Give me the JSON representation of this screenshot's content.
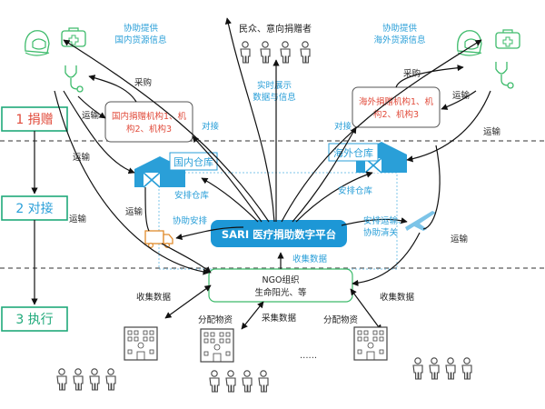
{
  "top_public": {
    "label": "民众、意向捐赠者"
  },
  "top_left_info": {
    "line1": "协助提供",
    "line2": "国内货源信息"
  },
  "top_right_info": {
    "line1": "协助提供",
    "line2": "海外货源信息"
  },
  "realtime": {
    "line1": "实时展示",
    "line2": "数据与信息"
  },
  "stages": [
    {
      "label": "1 捐赠"
    },
    {
      "label": "2 对接"
    },
    {
      "label": "3 执行"
    }
  ],
  "domestic_donors": {
    "line1": "国内捐赠机构1、机",
    "line2": "构2、机构3"
  },
  "overseas_donors": {
    "line1": "海外捐赠机构1、机",
    "line2": "构2、机构3"
  },
  "domestic_warehouse": {
    "label": "国内仓库"
  },
  "overseas_warehouse": {
    "label": "海外仓库"
  },
  "platform": {
    "label": "SARI 医疗捐助数字平台"
  },
  "ngo": {
    "line1": "NGO组织",
    "line2": "生命阳光、等"
  },
  "edge_labels": {
    "purchase_left": "采购",
    "purchase_right": "采购",
    "transport_l1": "运输",
    "transport_l2": "运输",
    "transport_l3": "运输",
    "transport_l4": "运输",
    "transport_r1": "运输",
    "transport_r2": "运输",
    "transport_r3": "运输",
    "match_left": "对接",
    "match_right": "对接",
    "arrange_left": "安排仓库",
    "arrange_right": "安排仓库",
    "assist_arrange": "协助安排",
    "arrange_transport1": "安排运输、",
    "arrange_transport2": "协助清关",
    "collect_center": "收集数据",
    "collect_left": "收集数据",
    "distribute_1": "分配物资",
    "gather": "采集数据",
    "distribute_2": "分配物资",
    "collect_right": "收集数据",
    "ellipsis": "......"
  }
}
